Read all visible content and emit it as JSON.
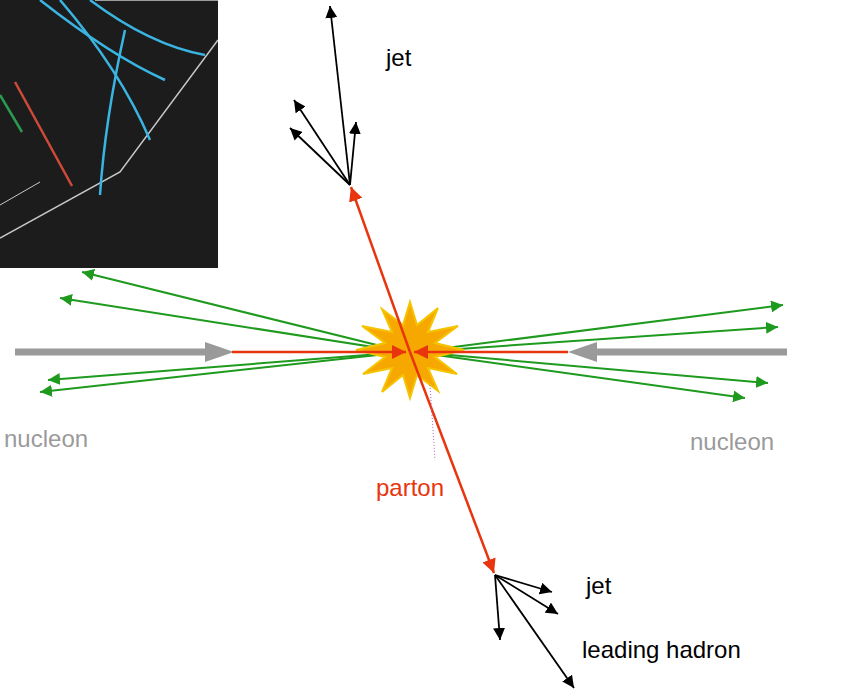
{
  "diagram": {
    "labels": [
      "jet",
      "nucleon",
      "nucleon",
      "parton",
      "jet",
      "leading hadron"
    ]
  }
}
